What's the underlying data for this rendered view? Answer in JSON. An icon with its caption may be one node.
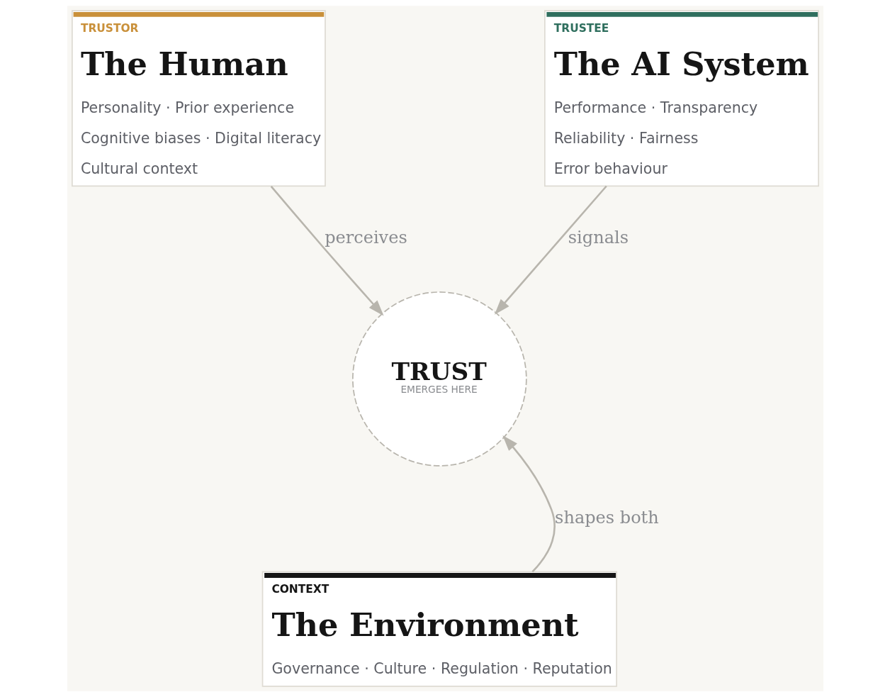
{
  "diagram": {
    "nodes": [
      {
        "text": [
          "TRUSTOR",
          "The Human",
          "Personality · Prior experience",
          "Cognitive biases · Digital literacy",
          "Cultural context"
        ]
      },
      {
        "text": [
          "TRUSTEE",
          "The AI System",
          "Performance · Transparency",
          "Reliability · Fairness",
          "Error behaviour"
        ]
      },
      {
        "text": [
          "TRUST",
          "EMERGES HERE"
        ]
      },
      {
        "text": [
          "CONTEXT",
          "The Environment",
          "Governance · Culture · Regulation · Reputation"
        ]
      }
    ],
    "edges": [
      {
        "from": 0,
        "to": 2,
        "arrow": "to",
        "label": "perceives"
      },
      {
        "from": 1,
        "to": 2,
        "arrow": "to",
        "label": "signals"
      },
      {
        "from": 3,
        "to": 2,
        "arrow": "to",
        "label": "shapes both"
      }
    ]
  }
}
